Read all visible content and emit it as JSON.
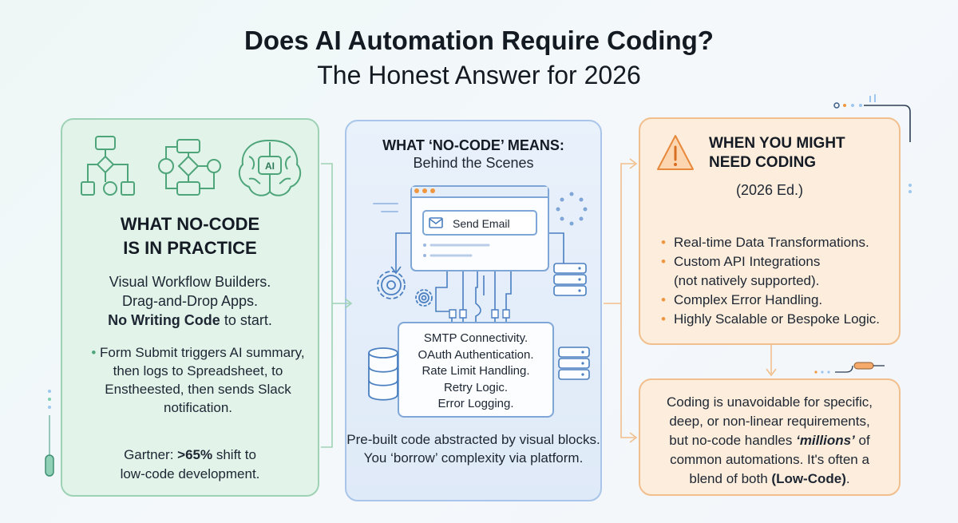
{
  "title": "Does AI Automation Require Coding?",
  "subtitle": "The Honest Answer for 2026",
  "left_panel": {
    "heading_line1": "WHAT NO-CODE",
    "heading_line2": "IS IN PRACTICE",
    "body_line1": "Visual Workflow Builders.",
    "body_line2": "Drag-and-Drop Apps.",
    "body_bold": "No Writing Code",
    "body_tail": " to start.",
    "bullet": "Form Submit triggers AI summary, then logs to Spreadsheet, to Enstheested, then sends Slack notification.",
    "footer_line1_pre": "Gartner: ",
    "footer_bold": ">65%",
    "footer_line1_post": " shift to",
    "footer_line2": "low-code development.",
    "ai_badge": "AI",
    "icons": [
      "flowchart-icon",
      "workflow-icon",
      "ai-brain-icon"
    ]
  },
  "middle_panel": {
    "heading": "WHAT ‘NO-CODE’ MEANS:",
    "subheading": "Behind the Scenes",
    "send_email_label": "Send Email",
    "engine_lines": [
      "SMTP Connectivity.",
      "OAuth Authentication.",
      "Rate Limit Handling.",
      "Retry Logic.",
      "Error Logging."
    ],
    "footer": "Pre-built code abstracted by visual blocks. You ‘borrow’ complexity via platform.",
    "icons": [
      "browser-window-icon",
      "envelope-icon",
      "gear-icon",
      "server-icon",
      "database-icon"
    ]
  },
  "right_top_panel": {
    "heading_line1": "WHEN YOU MIGHT",
    "heading_line2": "NEED CODING",
    "edition": "(2026 Ed.)",
    "items": [
      "Real-time Data Transformations.",
      "Custom API Integrations",
      "(not natively supported).",
      "Complex Error Handling.",
      "Highly Scalable or Bespoke Logic."
    ],
    "icon": "warning-icon"
  },
  "right_bottom_panel": {
    "line1": "Coding is unavoidable for specific,",
    "line2": "deep, or non-linear requirements,",
    "line3_pre": "but no-code handles ",
    "line3_em": "‘millions’",
    "line3_post": " of",
    "line4": "common automations. It's often a",
    "line5_pre": "blend of both ",
    "line5_bold": "(Low-Code)",
    "line5_post": "."
  },
  "colors": {
    "green_bg": "#e2f3ea",
    "green_border": "#9ed2b4",
    "green_stroke": "#4fa57a",
    "blue_bg": "#e4eefa",
    "blue_border": "#a9c6ea",
    "blue_stroke": "#4a7fc0",
    "orange_bg": "#fdeddc",
    "orange_border": "#f1bf8d",
    "orange_stroke": "#e8883a"
  }
}
